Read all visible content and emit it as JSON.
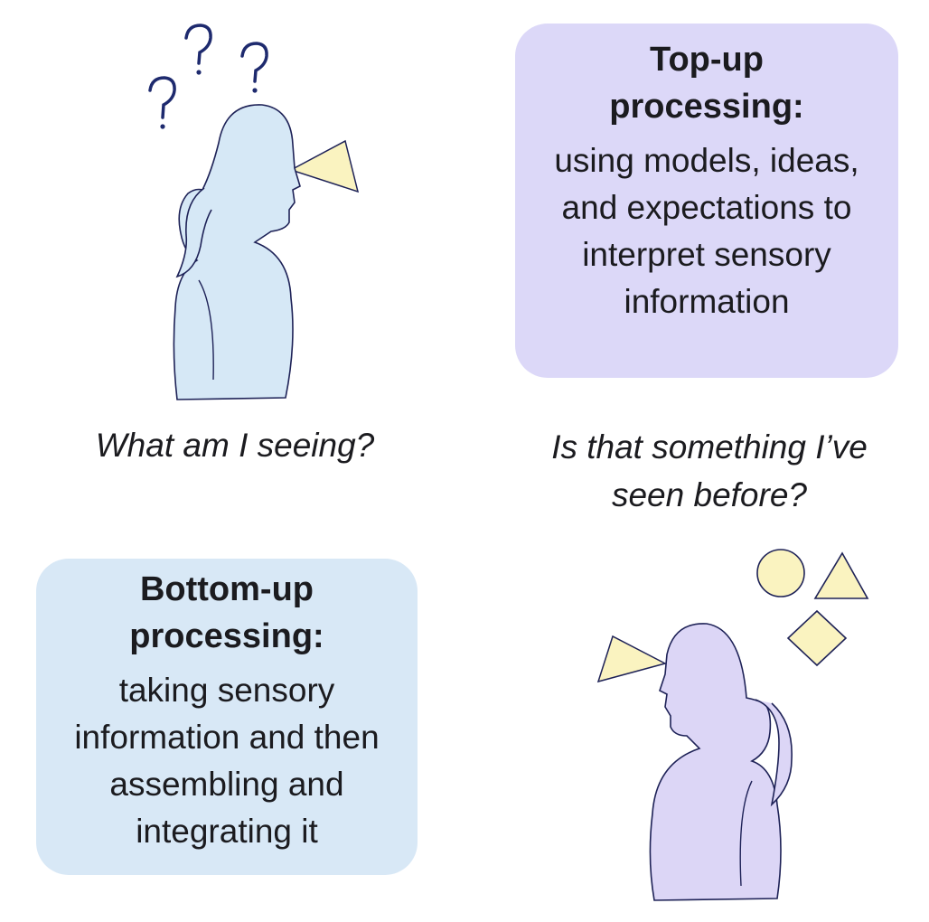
{
  "top_card": {
    "title": "Top-up processing:",
    "body": "using models, ideas, and expectations to interpret sensory information"
  },
  "bottom_card": {
    "title": "Bottom-up processing:",
    "body": "taking sensory information and then assembling and integrating it"
  },
  "captions": {
    "left": "What am I seeing?",
    "right": "Is that something I’ve seen before?"
  },
  "colors": {
    "top_card_bg": "#dcd8f8",
    "bottom_card_bg": "#d8e8f6",
    "figure_left_fill": "#d6e8f6",
    "figure_right_fill": "#dcd6f6",
    "vision_cone": "#faf3c0",
    "outline": "#1e2257",
    "question_marks": "#1e2a6e"
  },
  "icons": {
    "question_marks": "question-mark-icon",
    "shapes": [
      "circle-shape-icon",
      "triangle-shape-icon",
      "diamond-shape-icon"
    ]
  }
}
